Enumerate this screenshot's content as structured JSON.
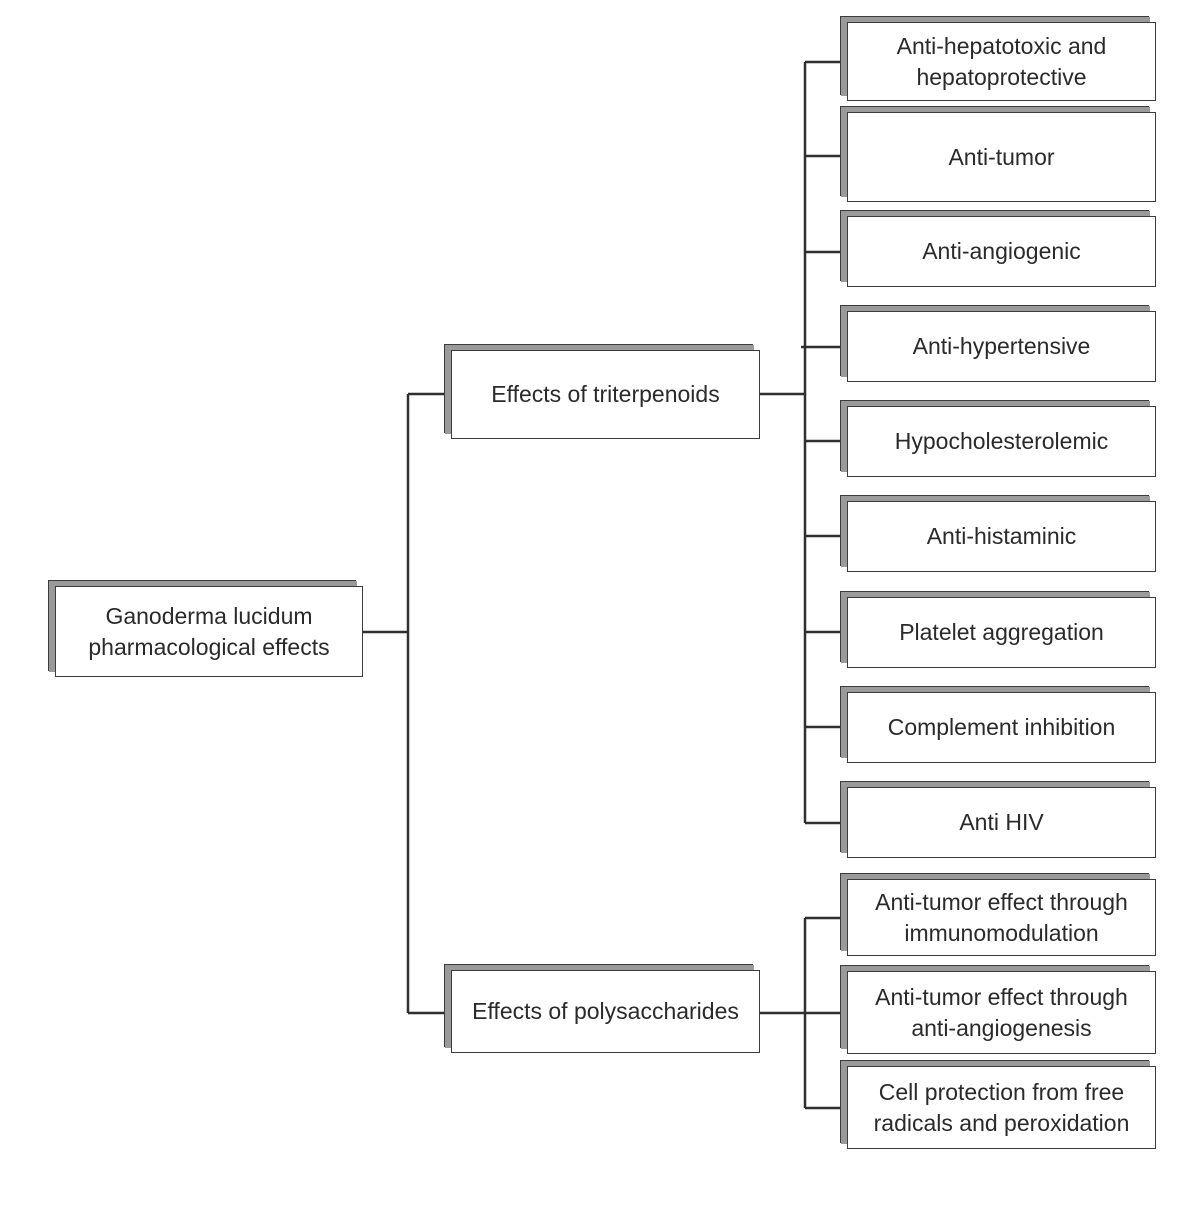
{
  "diagram": {
    "root": {
      "label": "Ganoderma lucidum\npharmacological effects"
    },
    "branches": [
      {
        "label": "Effects of triterpenoids",
        "effects": [
          "Anti-hepatotoxic and\nhepatoprotective",
          "Anti-tumor",
          "Anti-angiogenic",
          "Anti-hypertensive",
          "Hypocholesterolemic",
          "Anti-histaminic",
          "Platelet aggregation",
          "Complement inhibition",
          "Anti HIV"
        ]
      },
      {
        "label": "Effects of polysaccharides",
        "effects": [
          "Anti-tumor effect through\nimmunomodulation",
          "Anti-tumor effect through\nanti-angiogenesis",
          "Cell protection from free\nradicals and peroxidation"
        ]
      }
    ]
  }
}
